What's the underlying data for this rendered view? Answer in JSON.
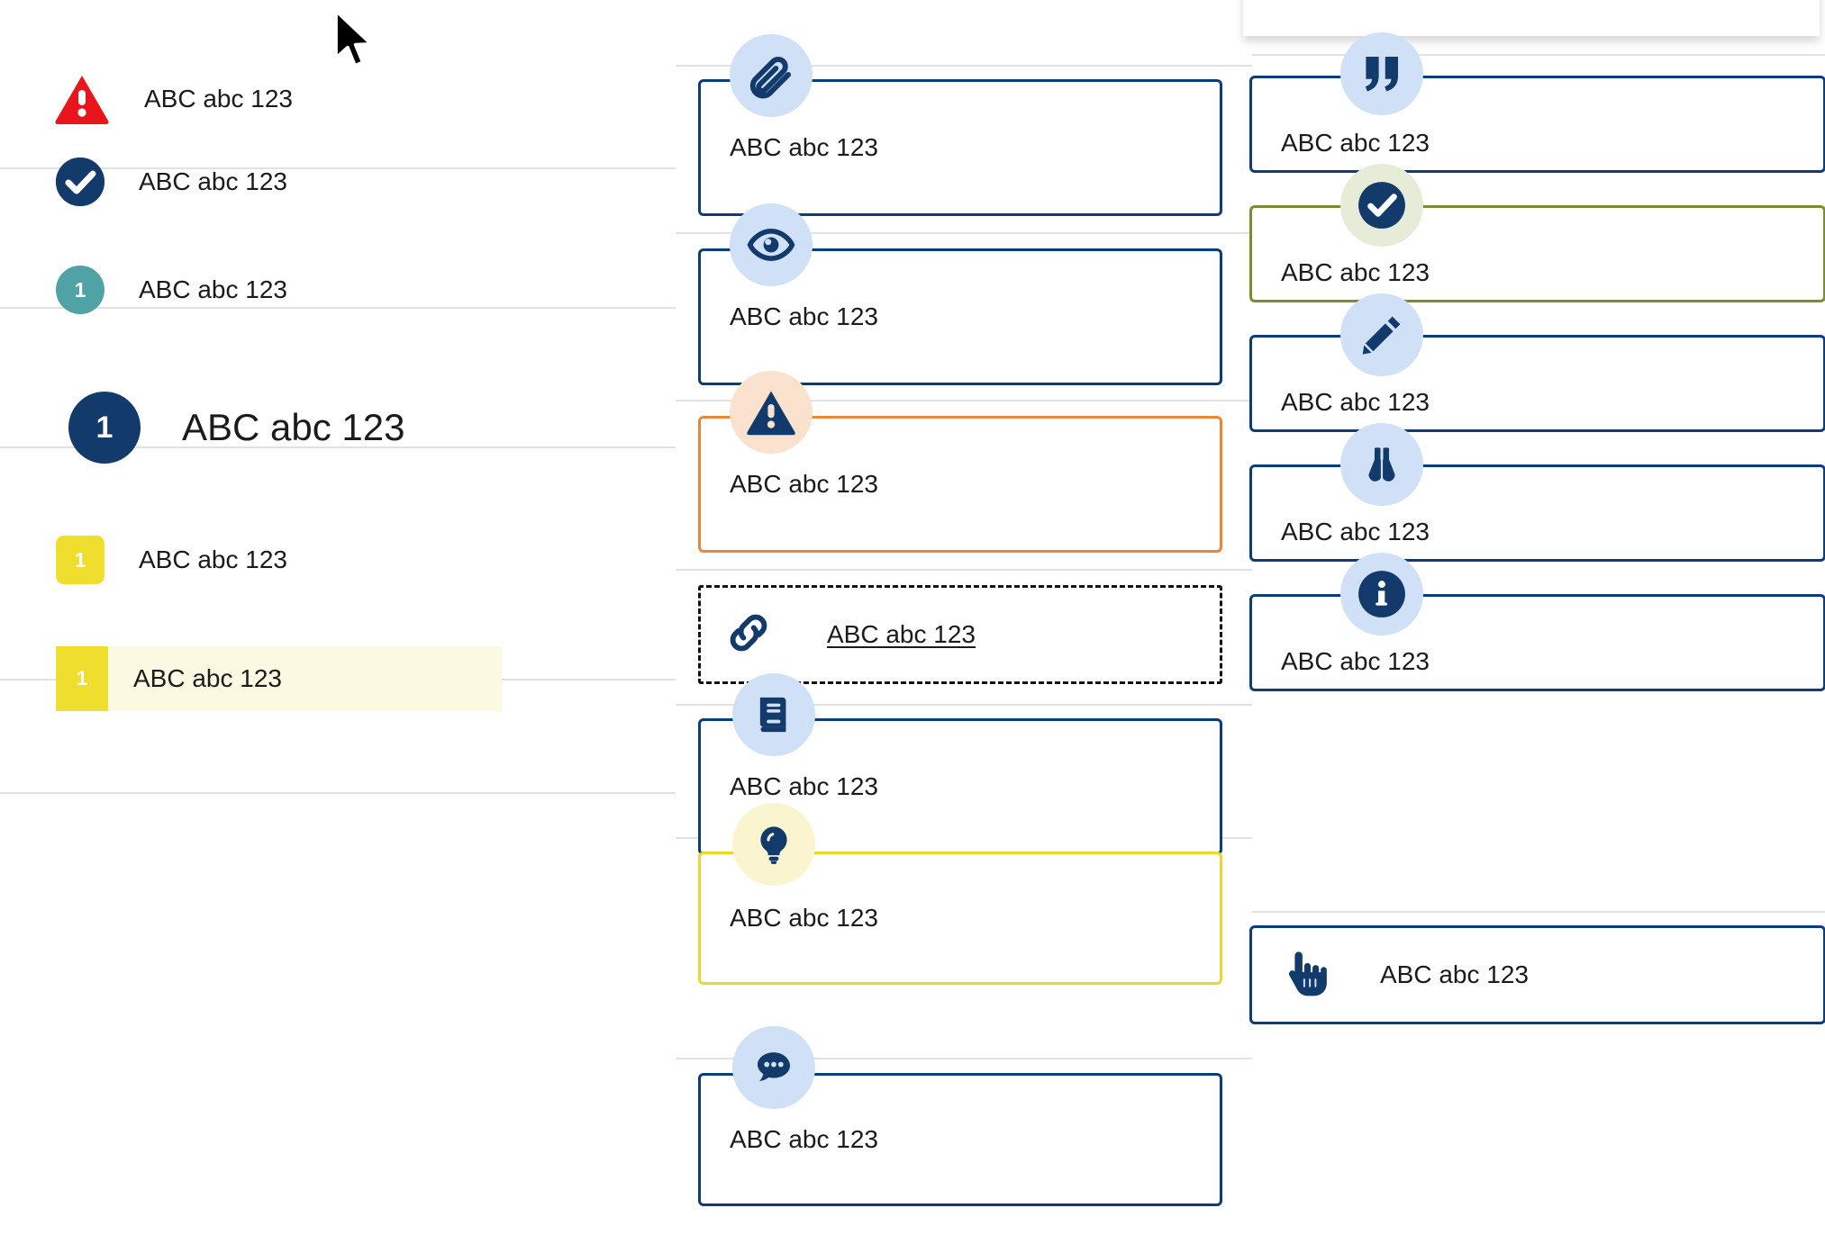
{
  "left_panel": {
    "rows": [
      {
        "badge": "warning-triangle-icon",
        "badge_number": "",
        "label": "ABC abc 123"
      },
      {
        "badge": "check-circle-icon",
        "badge_number": "",
        "label": "ABC abc 123"
      },
      {
        "badge": "number-badge-teal",
        "badge_number": "1",
        "label": "ABC abc 123"
      },
      {
        "badge": "number-badge-navy-large",
        "badge_number": "1",
        "label": "ABC abc 123"
      },
      {
        "badge": "number-badge-yellow",
        "badge_number": "1",
        "label": "ABC abc 123"
      }
    ],
    "highlighted_row": {
      "badge_number": "1",
      "label": "ABC abc 123"
    }
  },
  "middle_column": {
    "cards": [
      {
        "icon": "paperclip-icon",
        "label": "ABC abc 123",
        "border_color": "#0a3d7a",
        "bubble_color": "#cfe0f7"
      },
      {
        "icon": "eye-icon",
        "label": "ABC abc 123",
        "border_color": "#0a3d7a",
        "bubble_color": "#cfe0f7"
      },
      {
        "icon": "alert-triangle-icon",
        "label": "ABC abc 123",
        "border_color": "#e8873a",
        "bubble_color": "#fbe2cf"
      },
      {
        "icon": "link-icon",
        "label": "ABC abc 123",
        "border_color": "#111111",
        "bubble_color": "none"
      },
      {
        "icon": "book-icon",
        "label": "ABC abc 123",
        "border_color": "#0a3d7a",
        "bubble_color": "#cfe0f7"
      },
      {
        "icon": "lightbulb-icon",
        "label": "ABC abc 123",
        "border_color": "#e8d92e",
        "bubble_color": "#fbf5cf"
      },
      {
        "icon": "comment-icon",
        "label": "ABC abc 123",
        "border_color": "#0a3d7a",
        "bubble_color": "#cfe0f7"
      }
    ]
  },
  "right_column": {
    "cards": [
      {
        "icon": "quote-icon",
        "label": "ABC abc 123",
        "border_color": "#0a3d7a",
        "bubble_color": "#cfe0f7"
      },
      {
        "icon": "check-circle-icon",
        "label": "ABC abc 123",
        "border_color": "#7a8c2e",
        "bubble_color": "#e7ecd9"
      },
      {
        "icon": "pencil-icon",
        "label": "ABC abc 123",
        "border_color": "#0a3d7a",
        "bubble_color": "#cfe0f7"
      },
      {
        "icon": "binoculars-icon",
        "label": "ABC abc 123",
        "border_color": "#0a3d7a",
        "bubble_color": "#cfe0f7"
      },
      {
        "icon": "info-circle-icon",
        "label": "ABC abc 123",
        "border_color": "#0a3d7a",
        "bubble_color": "#cfe0f7"
      },
      {
        "icon": "pointing-hand-icon",
        "label": "ABC abc 123",
        "border_color": "#0a3d7a",
        "bubble_color": "none"
      }
    ]
  },
  "colors": {
    "navy": "#0a3d7a",
    "navy_dark": "#123a6b",
    "red": "#e8151b",
    "teal": "#4fa3a5",
    "yellow": "#efde2e",
    "orange": "#e8873a",
    "olive": "#7a8c2e",
    "divider": "#e2e2e2",
    "highlight_bg": "#fcf9e3",
    "bubble_blue": "#cfe0f7",
    "bubble_peach": "#fbe2cf",
    "bubble_green": "#e7ecd9",
    "bubble_cream": "#fbf5cf"
  }
}
